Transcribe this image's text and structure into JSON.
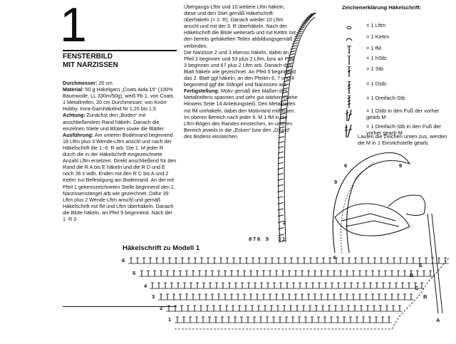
{
  "header": {
    "number": "1",
    "title_line1": "FENSTERBILD",
    "title_line2": "MIT NARZISSEN"
  },
  "column1": {
    "p1_label": "Durchmesser:",
    "p1_text": " 20 cm",
    "p2_label": "Material:",
    "p2_text": " 50 g Häkelgarn „Coats Aida 15“ (100% Baumwolle, LL 330m/50g), weiß Fb 1, von Coats. 1 Metallreifen, 20 cm Durchmesser, von Knorr Hobby. Imra-Garnhäkelnd Nr 1,25 bis 1,5",
    "p3_label": "Achtung:",
    "p3_text": " Zunächst den „Boden“ mit anschließendem Rand häkeln. Danach die einzelnen Stiele und Blüten sowie die Blätter.",
    "p4_label": "Ausführung:",
    "p4_text": " Am unteren Bodenrand beginnend 18 Lftm plus 3 Wende-Lftm anschl und nach der Häkelschrift die 1.-6. R arb. Die 1. M jeder R durch die in der Häkelschrift eingezeichnete Anzahl Lftm ersetzen. Direkt anschließend für den Rand die R A bis E häkeln und die R D und E noch 36 x wdh. Enden mit den R C bis A und 2 Kettm zur Befestigung am Bodenrand. An der mit Pfeil 1 gekennzeichneten Stelle beginnend den 1. Narzissenstängel arb wie gezeichnet. Dafür 39 Lftm plus 2 Wende-Lftm anschl und gemäß Häkelschrift mit fM und Lftm überhäkeln. Danach die Blüte häkeln, an Pfeil 9 beginnend. Nach der 1. R 3"
  },
  "column2": {
    "p1_text": "Übergangs-Lftm und 10 weitere Lftm häkeln, diese und den Stiel gemäß Häkelschrift überhäkeln (= 2. R). Danach wieder 10 Lftm anschl und mit der 3. R überhäkeln. Nach der Häkelschrift die Blüte weiterarb und mit Kettm mit den bereits gehäkelten Teilen abbildungsgemäß verbinden.",
    "p2_text": "Die Narzisse 2 und 3 ebenso häkeln, dabei an Pfeil 2 beginnen und 53 plus 2 Lftm, bzw an Pfeil 3 beginnen und 67 plus 2 Lftm arb. Danach das Blatt häkeln wie gezeichnet. An Pfeil 5 beginnend das 2. Blatt ggf häkeln, an den Pfeilen 6, 7 und 8 beginnend ggf die Stängel und Narzissen arb.",
    "p3_label": "Fertigstellung:",
    "p3_text": " Motiv gemäß den Maßen des Metallreifens spannen und sehr gut stärken (siehe Hinweis Seite 14 Anleitungsteil). Den Metallreifen mit fM umhäkeln, dabei den Motivrand mitfassen. Im oberen Bereich nach jeder 9. M 1 fM in die Lftm-Bögen des Randes einstechen, im unteren Bereich jeweils in die „Ecken“ bzw den „Grund“ des Bodens einstechen."
  },
  "legend": {
    "title": "Zeichenerklärung Häkelschrift:",
    "items": [
      "= 1 Lftm",
      "= 1 Kettm",
      "= 1 fM",
      "= 1 hStb",
      "= 1 Stb",
      "= 1 Dstb",
      "= 1 Dreifach-Stb",
      "= 1 Dstb in den Fuß der vorher gearb M",
      "= 1 Dreifach-Stb in den Fuß der vorher gearb M"
    ]
  },
  "note": {
    "text": "Laufen die Zeichen unten zus, werden die M in 1 Einstichstelle gearb."
  },
  "chart": {
    "title": "Häkelschrift zu Modell 1",
    "arrow_labels": [
      "8",
      "7",
      "6",
      "5",
      "3",
      "1",
      "2",
      "4",
      "9",
      "6",
      "9"
    ],
    "row_numbers": [
      "6",
      "5",
      "4",
      "3",
      "2",
      "1"
    ],
    "border_letters": [
      "A",
      "B",
      "C",
      "D",
      "E"
    ]
  }
}
